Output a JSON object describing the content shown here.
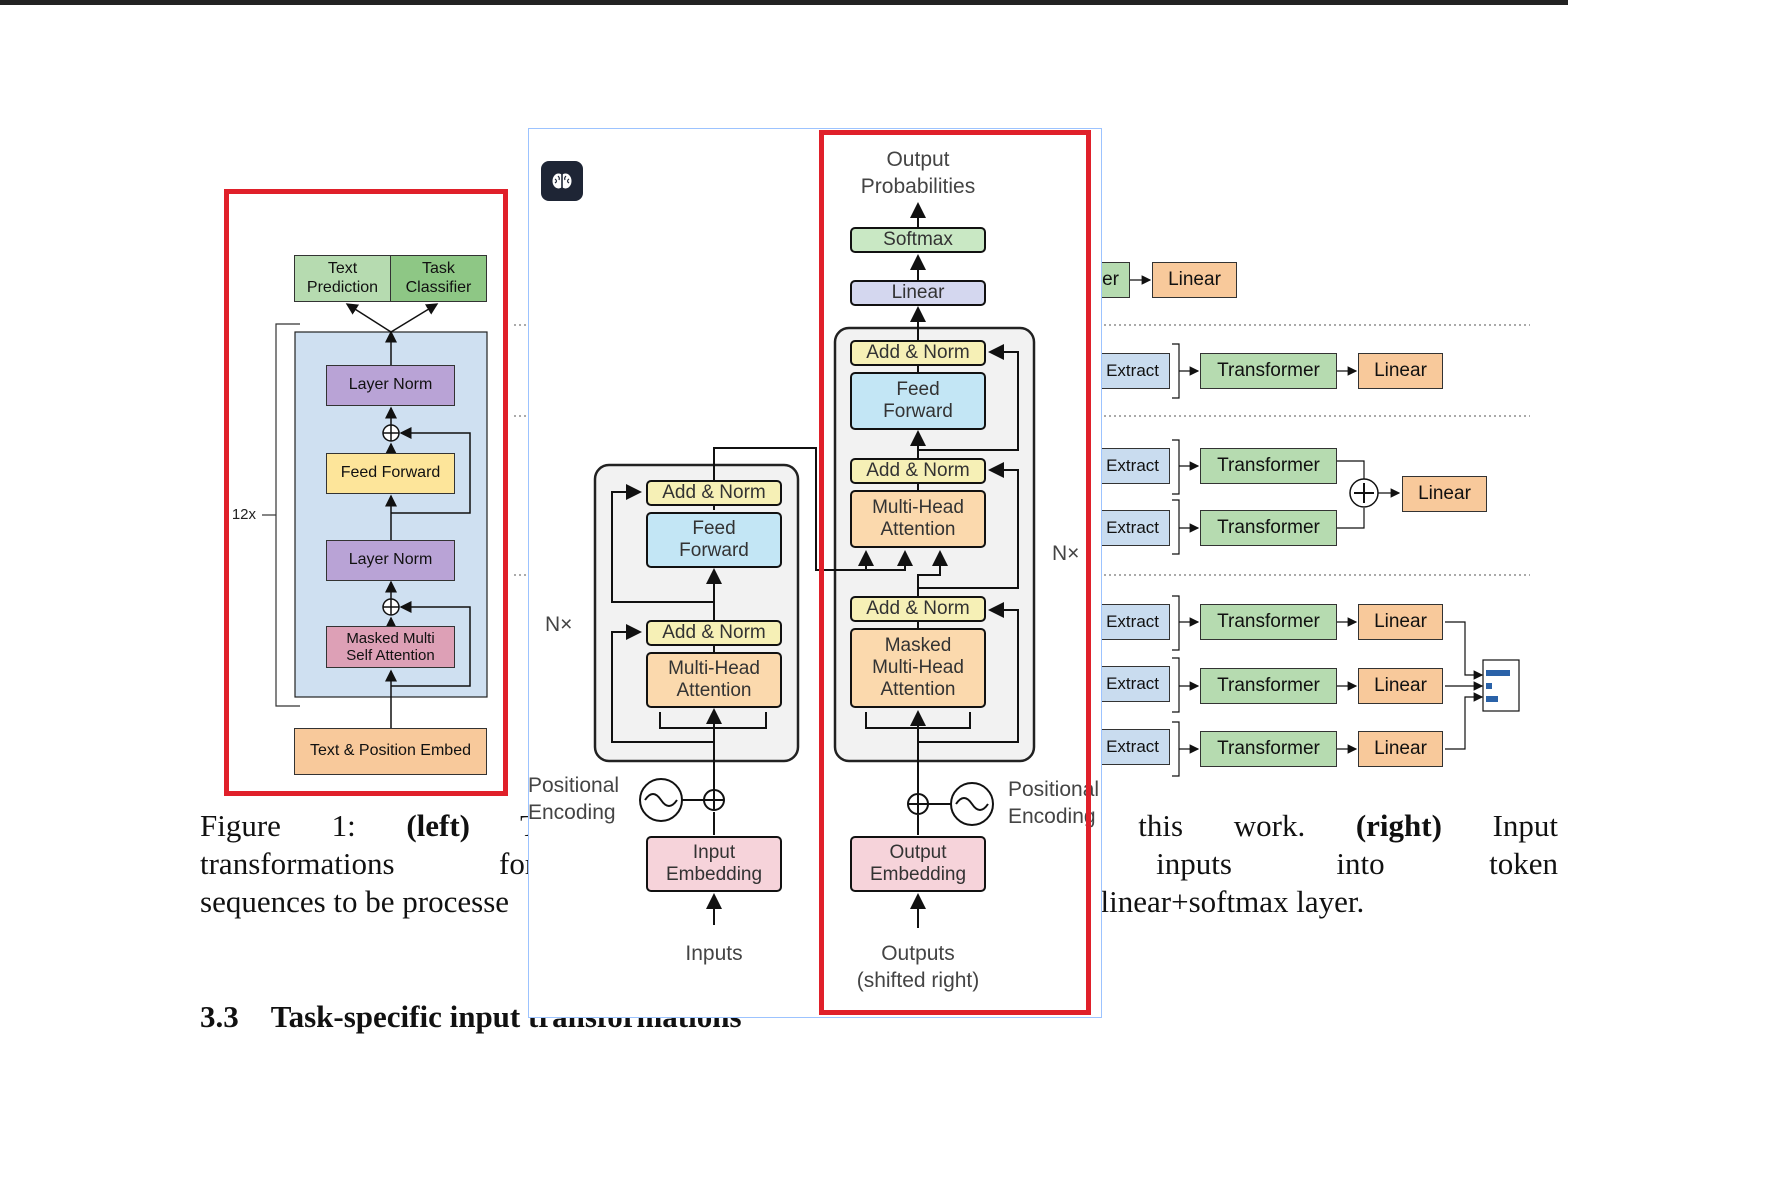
{
  "left_diagram": {
    "text_prediction": "Text\nPrediction",
    "task_classifier": "Task\nClassifier",
    "layer_norm_top": "Layer Norm",
    "feed_forward": "Feed Forward",
    "layer_norm_bottom": "Layer Norm",
    "masked_attention": "Masked Multi\nSelf Attention",
    "embed": "Text & Position Embed",
    "repeat": "12x"
  },
  "right_diagram": {
    "linear": "Linear",
    "extract": "Extract",
    "transformer": "Transformer",
    "er_fragment": "er"
  },
  "overlay_diagram": {
    "output_probabilities": "Output\nProbabilities",
    "softmax": "Softmax",
    "linear": "Linear",
    "add_norm": "Add & Norm",
    "feed_forward": "Feed\nForward",
    "multi_head_attention": "Multi-Head\nAttention",
    "masked_multi_head_attention": "Masked\nMulti-Head\nAttention",
    "nx": "N×",
    "positional_encoding_left": "Positional\nEncoding",
    "positional_encoding_right": "Positional\nEncoding",
    "input_embedding": "Input\nEmbedding",
    "output_embedding": "Output\nEmbedding",
    "inputs": "Inputs",
    "outputs": "Outputs\n(shifted right)"
  },
  "caption": {
    "line1_prefix": "Figure 1: ",
    "line1_bold1": "(left)",
    "line1_mid": " Transfo",
    "line1_end": "used in this work. ",
    "line1_bold2": "(right)",
    "line1_tail": " Input",
    "line2_start": "transformations for fine",
    "line2_end": "all structured inputs into token",
    "line3_start": "sequences to be processe",
    "line3_end": "a linear+softmax layer."
  },
  "section": {
    "number": "3.3",
    "title": "Task-specific input transformations"
  },
  "colors": {
    "highlight_red": "#e0202a",
    "green": "#a8d5a2",
    "purple": "#b9a3d6",
    "yellow": "#fde59a",
    "pink_attn": "#dda0b6",
    "orange": "#f8c99b",
    "light_blue_bg": "#cfe0f1",
    "extract_blue": "#c9dcef",
    "overlay_yellow": "#f6f0b6",
    "overlay_blue": "#c3e6f5",
    "overlay_orange": "#fbd9ad",
    "overlay_pink": "#f6d3da",
    "overlay_green": "#c9e8c4",
    "overlay_lavender": "#d4d7ef"
  },
  "icons": {
    "brain": "brain-icon"
  }
}
